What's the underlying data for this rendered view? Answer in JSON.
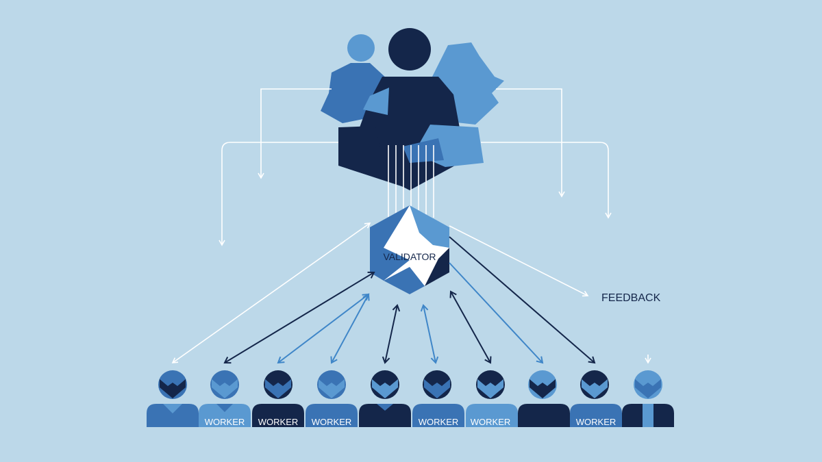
{
  "colors": {
    "background": "#bcd8e9",
    "navy": "#14264a",
    "mid_blue": "#3a73b4",
    "light_blue": "#5a99d1",
    "white": "#ffffff"
  },
  "validator": {
    "label": "VALIDATOR"
  },
  "feedback": {
    "label": "FEEDBACK"
  },
  "workers": [
    {
      "label": ""
    },
    {
      "label": "WORKER"
    },
    {
      "label": "WORKER"
    },
    {
      "label": "WORKER"
    },
    {
      "label": ""
    },
    {
      "label": "WORKER"
    },
    {
      "label": "WORKER"
    },
    {
      "label": ""
    },
    {
      "label": "WORKER"
    },
    {
      "label": ""
    }
  ]
}
